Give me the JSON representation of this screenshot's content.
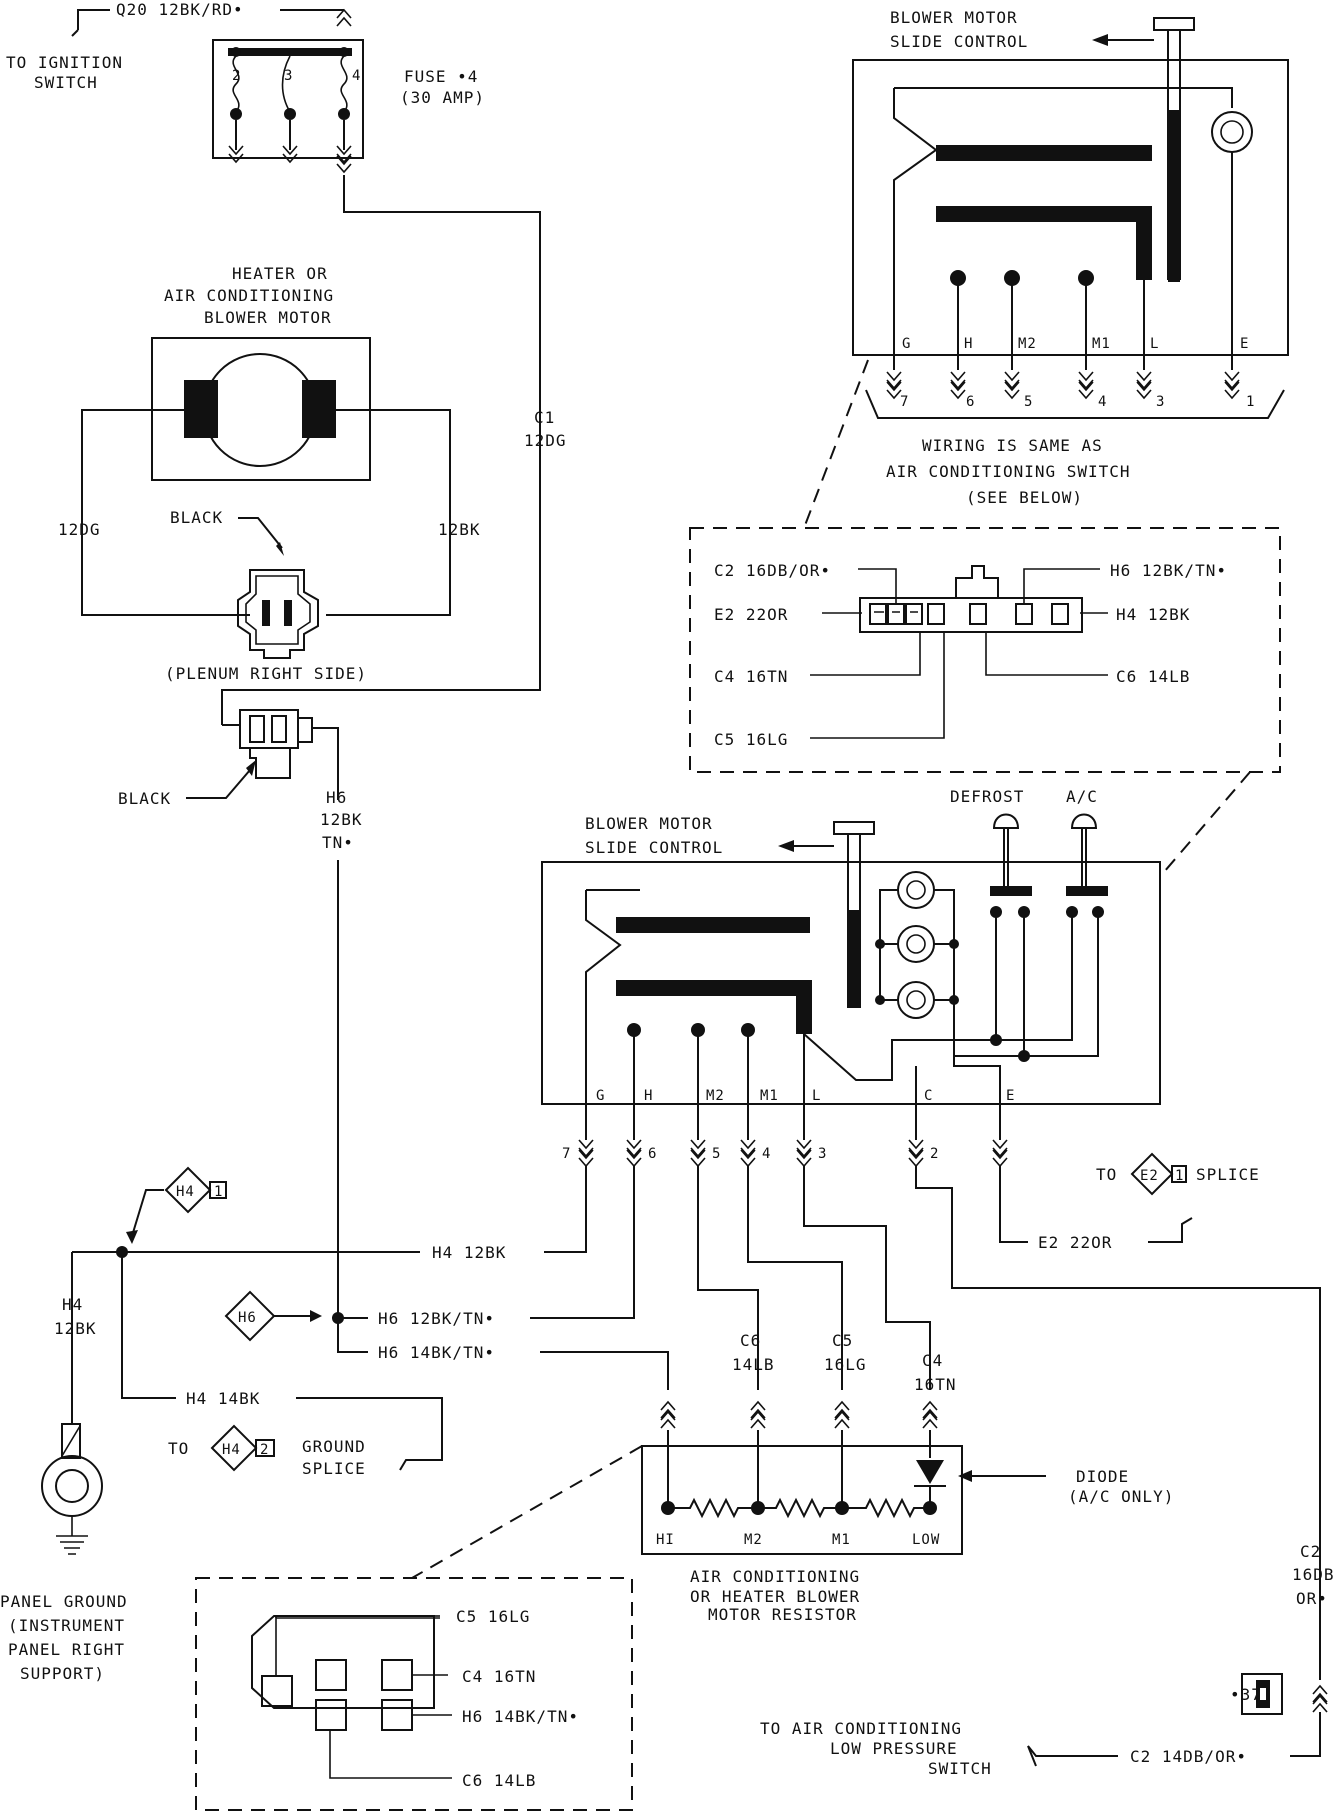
{
  "labels": {
    "q20": "Q20 12BK/RD•",
    "ign1": "TO IGNITION",
    "ign2": "SWITCH",
    "fuse1": "FUSE •4",
    "fuse2": "(30 AMP)",
    "f2": "2",
    "f3": "3",
    "f4": "4",
    "hb1": "HEATER OR",
    "hb2": "AIR CONDITIONING",
    "hb3": "BLOWER MOTOR",
    "c1a": "C1",
    "c1b": "12DG",
    "w12dg": "12DG",
    "w12bk": "12BK",
    "black1": "BLACK",
    "plenum": "(PLENUM RIGHT SIDE)",
    "black2": "BLACK",
    "h6a": "H6",
    "h6b": "12BK",
    "h6c": "TN•",
    "bms1a": "BLOWER MOTOR",
    "bms1b": "SLIDE CONTROL",
    "t_g": "G",
    "t_h": "H",
    "t_m2": "M2",
    "t_m1": "M1",
    "t_l": "L",
    "t_e": "E",
    "p7": "7",
    "p6": "6",
    "p5": "5",
    "p4": "4",
    "p3": "3",
    "p1": "1",
    "same1": "WIRING IS SAME AS",
    "same2": "AIR CONDITIONING SWITCH",
    "same3": "(SEE BELOW)",
    "cn_c2": "C2 16DB/OR•",
    "cn_h6": "H6 12BK/TN•",
    "cn_e2": "E2 22OR",
    "cn_h4": "H4 12BK",
    "cn_c4": "C4 16TN",
    "cn_c6": "C6 14LB",
    "cn_c5": "C5 16LG",
    "defrost": "DEFROST",
    "ac": "A/C",
    "bms2a": "BLOWER MOTOR",
    "bms2b": "SLIDE CONTROL",
    "s_g": "G",
    "s_h": "H",
    "s_m2": "M2",
    "s_m1": "M1",
    "s_l": "L",
    "s_c": "C",
    "s_e": "E",
    "q7": "7",
    "q6": "6",
    "q5": "5",
    "q4": "4",
    "q3": "3",
    "q2": "2",
    "to_e2": "TO",
    "e2tag": "E2",
    "e2tag_n": "1",
    "splice": "SPLICE",
    "e2_22or": "E2 22OR",
    "h4tag": "H4",
    "h4tag_n": "1",
    "h4_12bk": "H4 12BK",
    "h4v1": "H4",
    "h4v2": "12BK",
    "h6tag": "H6",
    "h6_12bktn": "H6 12BK/TN•",
    "h6_14bktn": "H6 14BK/TN•",
    "h4_14bk": "H4 14BK",
    "to_h4": "TO",
    "h4tag2": "H4",
    "h4tag2_n": "2",
    "gs1": "GROUND",
    "gs2": "SPLICE",
    "c6a": "C6",
    "c6b": "14LB",
    "c5a": "C5",
    "c5b": "16LG",
    "c4a": "C4",
    "c4b": "16TN",
    "diode1": "DIODE",
    "diode2": "(A/C ONLY)",
    "r_hi": "HI",
    "r_m2": "M2",
    "r_m1": "M1",
    "r_low": "LOW",
    "res1": "AIR CONDITIONING",
    "res2": "OR HEATER BLOWER",
    "res3": "MOTOR RESISTOR",
    "pg1": "PANEL GROUND",
    "pg2": "(INSTRUMENT",
    "pg3": "PANEL RIGHT",
    "pg4": "SUPPORT)",
    "c2a": "C2",
    "c2b": "16DB",
    "c2c": "OR•",
    "n37": "•37",
    "lp1": "TO AIR CONDITIONING",
    "lp2": "LOW PRESSURE",
    "lp3": "SWITCH",
    "c2_14": "C2 14DB/OR•",
    "rc_c5": "C5 16LG",
    "rc_c4": "C4 16TN",
    "rc_h6": "H6 14BK/TN•",
    "rc_c6": "C6 14LB"
  }
}
